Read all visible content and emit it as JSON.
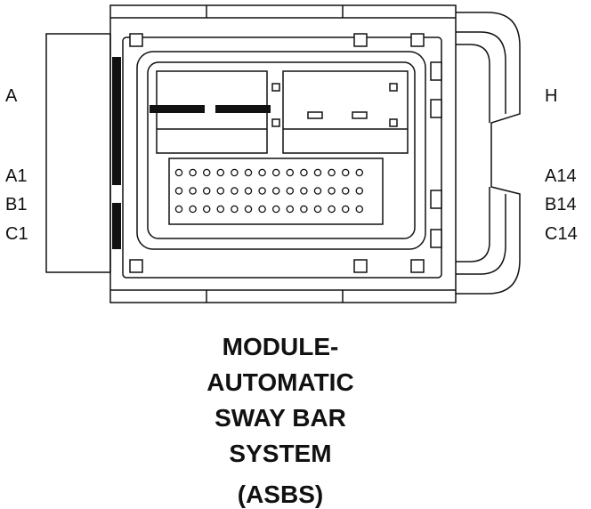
{
  "pin_labels": {
    "left": [
      "A",
      "A1",
      "B1",
      "C1"
    ],
    "right": [
      "H",
      "A14",
      "B14",
      "C14"
    ]
  },
  "caption": [
    "MODULE-",
    "AUTOMATIC",
    "SWAY BAR",
    "SYSTEM",
    "(ASBS)"
  ],
  "connector": {
    "pin_rows": 3,
    "pins_per_row": 14
  },
  "colors": {
    "line": "#111111",
    "background": "#ffffff"
  }
}
